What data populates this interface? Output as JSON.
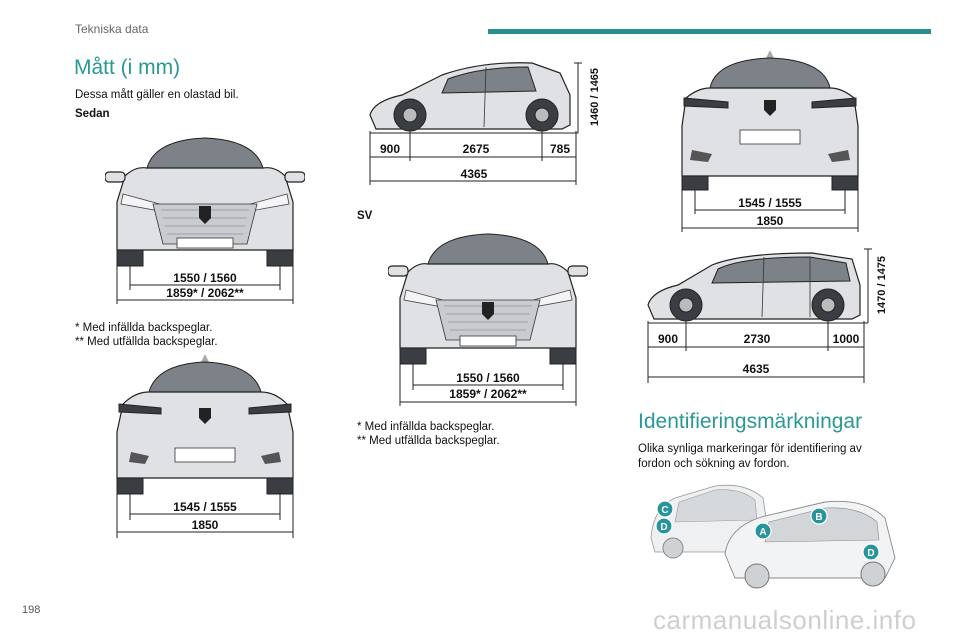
{
  "header": {
    "section": "Tekniska data"
  },
  "page_number": "198",
  "watermark": "carmanualsonline.info",
  "left": {
    "title": "Mått (i mm)",
    "intro": "Dessa mått gäller en olastad bil.",
    "sedan_label": "Sedan",
    "front": {
      "track": "1550 / 1560",
      "width": "1859* / 2062**"
    },
    "notes": [
      "* Med infällda backspeglar.",
      "** Med utfällda backspeglar."
    ],
    "rear": {
      "track": "1545 / 1555",
      "width": "1850"
    }
  },
  "middle": {
    "side": {
      "height": "1460 / 1465",
      "overhang_front": "900",
      "wheelbase": "2675",
      "overhang_rear": "785",
      "length": "4365"
    },
    "sv_label": "SV",
    "front": {
      "track": "1550 / 1560",
      "width": "1859* / 2062**"
    },
    "notes": [
      "* Med infällda backspeglar.",
      "** Med utfällda backspeglar."
    ]
  },
  "right": {
    "rear": {
      "track": "1545 / 1555",
      "width": "1850"
    },
    "side": {
      "height": "1470 / 1475",
      "overhang_front": "900",
      "wheelbase": "2730",
      "overhang_rear": "1000",
      "length": "4635"
    },
    "id_title": "Identifieringsmärkningar",
    "id_text": [
      "Olika synliga markeringar för identifiering av",
      "fordon och sökning av fordon."
    ],
    "badges": [
      "C",
      "D",
      "A",
      "B",
      "D"
    ]
  },
  "colors": {
    "accent": "#27908d",
    "badge": "#26949a"
  }
}
